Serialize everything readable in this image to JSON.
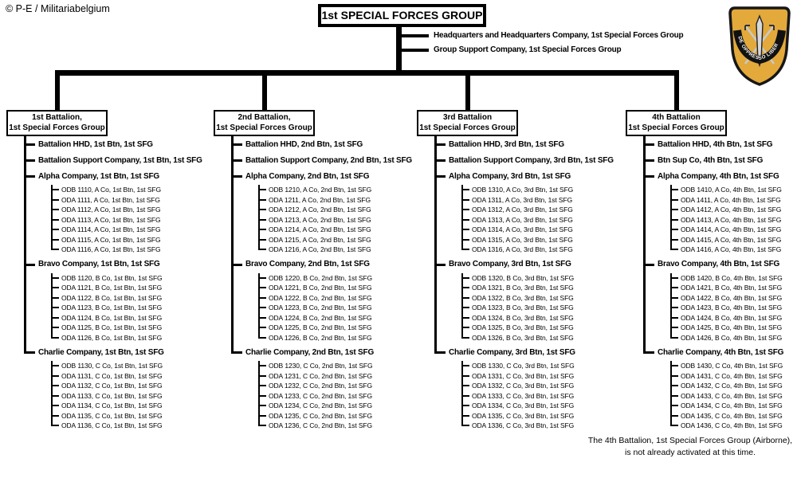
{
  "copyright": "© P-E / Militariabelgium",
  "title": "1st SPECIAL FORCES GROUP",
  "group_units": [
    "Headquarters and Headquarters Company,  1st Special Forces Group",
    "Group Support Company,  1st Special Forces Group"
  ],
  "insignia": {
    "motto": "DE OPPRESSO LIBER",
    "flash_color": "#E3A93B",
    "border_color": "#171717"
  },
  "footnote": [
    "The 4th Battalion, 1st Special Forces Group (Airborne),",
    "is not already activated at this time."
  ],
  "battalions": [
    {
      "name_lines": [
        "1st Battalion,",
        "1st Special Forces Group"
      ],
      "units": [
        {
          "label": "Battalion HHD,  1st Btn, 1st SFG"
        },
        {
          "label": "Battalion  Support Company, 1st Btn,  1st SFG"
        },
        {
          "label": "Alpha Company, 1st Btn,  1st SFG",
          "teams": [
            "ODB 1110, A Co, 1st Btn,  1st SFG",
            "ODA 1111, A Co, 1st Btn,  1st SFG",
            "ODA 1112, A Co, 1st Btn,  1st SFG",
            "ODA 1113, A Co, 1st Btn,  1st SFG",
            "ODA 1114, A Co, 1st Btn,  1st SFG",
            "ODA 1115, A Co, 1st Btn,  1st SFG",
            "ODA 1116, A Co, 1st Btn,  1st SFG"
          ]
        },
        {
          "label": "Bravo Company, 1st Btn, 1st SFG",
          "teams": [
            "ODB 1120, B Co, 1st Btn,  1st SFG",
            "ODA 1121, B Co, 1st Btn,  1st SFG",
            "ODA 1122, B Co, 1st Btn,  1st SFG",
            "ODA 1123, B Co, 1st Btn,  1st SFG",
            "ODA 1124, B Co, 1st Btn,  1st SFG",
            "ODA 1125, B Co, 1st Btn,  1st SFG",
            "ODA 1126, B Co, 1st Btn,  1st SFG"
          ]
        },
        {
          "label": "Charlie Company, 1st Btn,  1st SFG",
          "teams": [
            "ODB 1130, C Co, 1st Btn,  1st SFG",
            "ODA 1131, C Co, 1st Btn,  1st SFG",
            "ODA 1132, C Co, 1st Btn,  1st SFG",
            "ODA 1133, C Co, 1st Btn,  1st SFG",
            "ODA 1134, C Co, 1st Btn,  1st SFG",
            "ODA 1135, C Co, 1st Btn,  1st SFG",
            "ODA 1136, C Co, 1st Btn,  1st SFG"
          ]
        }
      ]
    },
    {
      "name_lines": [
        "2nd Battalion,",
        "1st Special Forces Group"
      ],
      "units": [
        {
          "label": "Battalion HHD,  2nd Btn, 1st SFG"
        },
        {
          "label": "Battalion  Support Company, 2nd Btn,  1st SFG"
        },
        {
          "label": "Alpha Company, 2nd Btn,  1st SFG",
          "teams": [
            "ODB 1210, A Co, 2nd Btn,  1st SFG",
            "ODA 1211, A Co, 2nd Btn,  1st SFG",
            "ODA 1212, A Co, 2nd Btn,  1st SFG",
            "ODA 1213, A Co, 2nd Btn,  1st SFG",
            "ODA 1214, A Co, 2nd Btn,  1st SFG",
            "ODA 1215, A Co, 2nd Btn,  1st SFG",
            "ODA 1216, A Co, 2nd Btn,  1st SFG"
          ]
        },
        {
          "label": "Bravo Company, 2nd Btn,  1st SFG",
          "teams": [
            "ODB 1220, B Co, 2nd Btn,  1st SFG",
            "ODA 1221, B Co, 2nd Btn,  1st SFG",
            "ODA 1222, B Co, 2nd Btn,  1st SFG",
            "ODA 1223, B Co, 2nd Btn,  1st SFG",
            "ODA 1224, B Co, 2nd Btn,  1st SFG",
            "ODA 1225, B Co, 2nd Btn,  1st SFG",
            "ODA 1226, B Co, 2nd Btn,  1st SFG"
          ]
        },
        {
          "label": "Charlie Company, 2nd Btn, 1st SFG",
          "teams": [
            "ODB 1230, C Co, 2nd Btn,  1st SFG",
            "ODA 1231, C Co, 2nd Btn,  1st SFG",
            "ODA 1232, C Co, 2nd Btn,  1st SFG",
            "ODA 1233, C Co, 2nd Btn,  1st SFG",
            "ODA 1234, C Co, 2nd Btn,  1st SFG",
            "ODA 1235, C Co, 2nd Btn,  1st SFG",
            "ODA 1236, C Co, 2nd Btn,  1st SFG"
          ]
        }
      ]
    },
    {
      "name_lines": [
        "3rd Battalion",
        "1st Special Forces Group"
      ],
      "units": [
        {
          "label": "Battalion HHD,  3rd Btn, 1st SFG"
        },
        {
          "label": "Battalion  Support Company, 3rd Btn,  1st SFG"
        },
        {
          "label": "Alpha Company, 3rd Btn,  1st SFG",
          "teams": [
            "ODB 1310, A Co, 3rd Btn,  1st SFG",
            "ODA 1311, A Co, 3rd Btn,  1st SFG",
            "ODA 1312, A Co, 3rd Btn,  1st SFG",
            "ODA 1313, A Co, 3rd Btn,  1st SFG",
            "ODA 1314, A Co, 3rd Btn,  1st SFG",
            "ODA 1315, A Co, 3rd Btn,  1st SFG",
            "ODA 1316, A Co, 3rd Btn,  1st SFG"
          ]
        },
        {
          "label": "Bravo Company, 3rd Btn, 1st SFG",
          "teams": [
            "ODB 1320, B Co, 3rd Btn,  1st SFG",
            "ODA 1321, B Co, 3rd Btn,  1st SFG",
            "ODA 1322, B Co, 3rd Btn,  1st SFG",
            "ODA 1323, B Co, 3rd Btn,  1st SFG",
            "ODA 1324, B Co, 3rd Btn,  1st SFG",
            "ODA 1325, B Co, 3rd Btn,  1st SFG",
            "ODA 1326, B Co, 3rd Btn,  1st SFG"
          ]
        },
        {
          "label": "Charlie Company, 3rd Btn,  1st SFG",
          "teams": [
            "ODB 1330, C Co, 3rd Btn,  1st SFG",
            "ODA 1331, C Co, 3rd Btn,  1st SFG",
            "ODA 1332, C Co, 3rd Btn,  1st SFG",
            "ODA 1333, C Co, 3rd Btn,  1st SFG",
            "ODA 1334, C Co, 3rd Btn,  1st SFG",
            "ODA 1335, C Co, 3rd Btn,  1st SFG",
            "ODA 1336, C Co, 3rd Btn,  1st SFG"
          ]
        }
      ]
    },
    {
      "name_lines": [
        "4th Battalion",
        "1st Special Forces Group"
      ],
      "units": [
        {
          "label": "Battalion HHD,  4th Btn, 1st SFG"
        },
        {
          "label": "Btn  Sup Co, 4th Btn,  1st SFG"
        },
        {
          "label": "Alpha Company, 4th Btn,  1st SFG",
          "teams": [
            "ODB 1410, A Co, 4th Btn,  1st SFG",
            "ODA 1411, A Co, 4th Btn,  1st SFG",
            "ODA 1412, A Co, 4th Btn,  1st SFG",
            "ODA 1413, A Co, 4th Btn,  1st SFG",
            "ODA 1414, A Co, 4th Btn,  1st SFG",
            "ODA 1415, A Co, 4th Btn,  1st SFG",
            "ODA 1416, A Co, 4th Btn,  1st SFG"
          ]
        },
        {
          "label": "Bravo Company, 4th Btn,  1st SFG",
          "teams": [
            "ODB 1420, B Co, 4th Btn,  1st SFG",
            "ODA 1421, B Co, 4th Btn,  1st SFG",
            "ODA 1422, B Co, 4th Btn,  1st SFG",
            "ODA 1423, B Co, 4th Btn,  1st SFG",
            "ODA 1424, B Co, 4th Btn,  1st SFG",
            "ODA 1425, B Co, 4th Btn,  1st SFG",
            "ODA 1426, B Co, 4th Btn,  1st SFG"
          ]
        },
        {
          "label": "Charlie Company, 4th Btn,  1st SFG",
          "teams": [
            "ODB 1430, C Co, 4th Btn,  1st SFG",
            "ODA 1431, C Co, 4th Btn,  1st SFG",
            "ODA 1432, C Co, 4th Btn,  1st SFG",
            "ODA 1433, C Co, 4th Btn,  1st SFG",
            "ODA 1434, C Co, 4th Btn,  1st SFG",
            "ODA 1435, C Co, 4th Btn,  1st SFG",
            "ODA 1436, C Co, 4th Btn,  1st SFG"
          ]
        }
      ]
    }
  ]
}
